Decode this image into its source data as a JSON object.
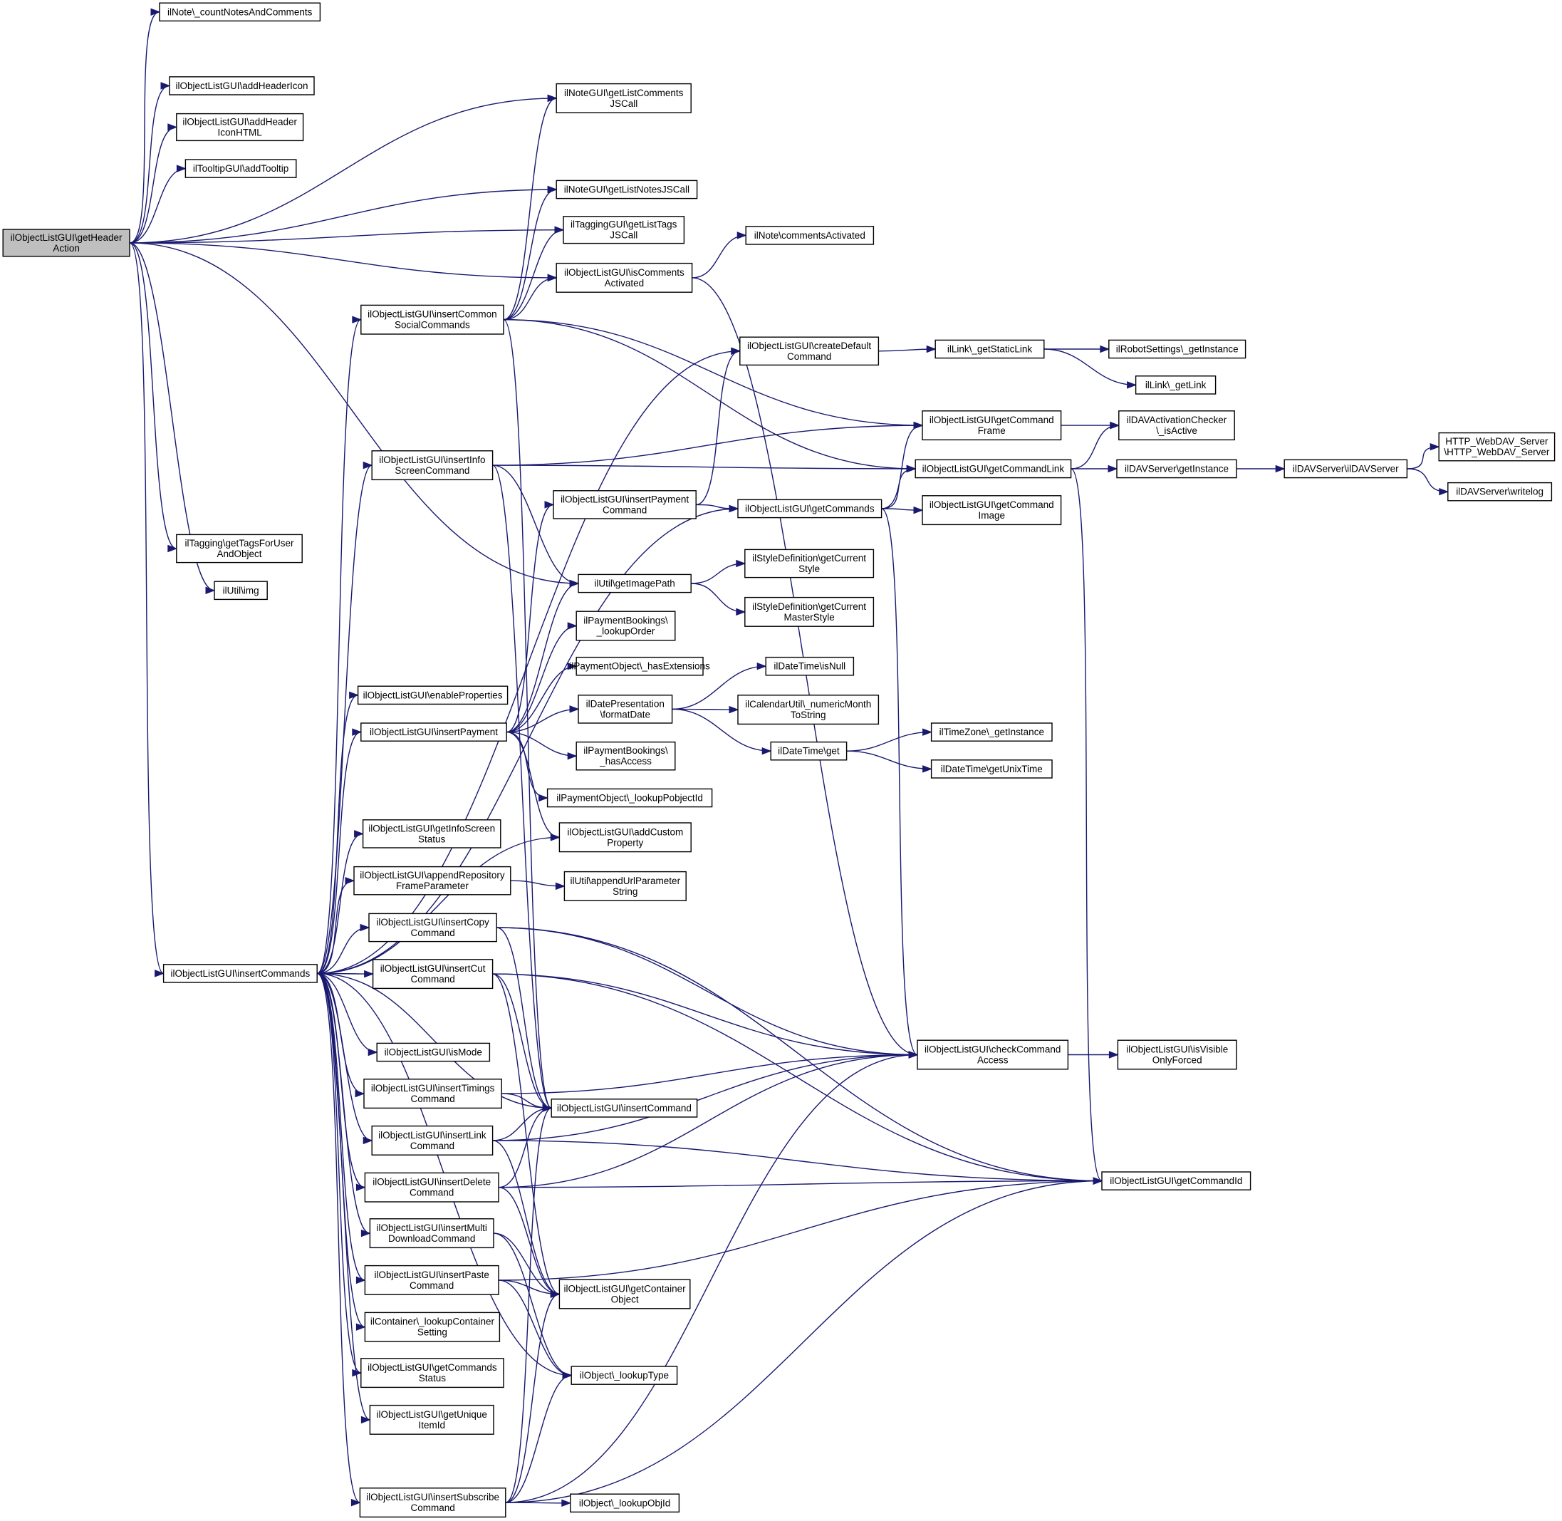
{
  "graph": {
    "nodes": [
      {
        "id": "getHeaderAction",
        "lines": [
          "ilObjectListGUI\\getHeader",
          "Action"
        ],
        "root": true
      },
      {
        "id": "countNotes",
        "lines": [
          "ilNote\\_countNotesAndComments"
        ]
      },
      {
        "id": "addHeaderIcon",
        "lines": [
          "ilObjectListGUI\\addHeaderIcon"
        ]
      },
      {
        "id": "addHeaderIconHTML",
        "lines": [
          "ilObjectListGUI\\addHeader",
          "IconHTML"
        ]
      },
      {
        "id": "addTooltip",
        "lines": [
          "ilTooltipGUI\\addTooltip"
        ]
      },
      {
        "id": "getTagsForUser",
        "lines": [
          "ilTagging\\getTagsForUser",
          "AndObject"
        ]
      },
      {
        "id": "img",
        "lines": [
          "ilUtil\\img"
        ]
      },
      {
        "id": "insertCommands",
        "lines": [
          "ilObjectListGUI\\insertCommands"
        ]
      },
      {
        "id": "getListCommentsJS",
        "lines": [
          "ilNoteGUI\\getListComments",
          "JSCall"
        ]
      },
      {
        "id": "getListNotesJS",
        "lines": [
          "ilNoteGUI\\getListNotesJSCall"
        ]
      },
      {
        "id": "getListTagsJS",
        "lines": [
          "ilTaggingGUI\\getListTags",
          "JSCall"
        ]
      },
      {
        "id": "isCommentsActivated",
        "lines": [
          "ilObjectListGUI\\isComments",
          "Activated"
        ]
      },
      {
        "id": "commentsActivated",
        "lines": [
          "ilNote\\commentsActivated"
        ]
      },
      {
        "id": "insertCommonSocial",
        "lines": [
          "ilObjectListGUI\\insertCommon",
          "SocialCommands"
        ]
      },
      {
        "id": "createDefaultCommand",
        "lines": [
          "ilObjectListGUI\\createDefault",
          "Command"
        ]
      },
      {
        "id": "getStaticLink",
        "lines": [
          "ilLink\\_getStaticLink"
        ]
      },
      {
        "id": "robotGetInstance",
        "lines": [
          "ilRobotSettings\\_getInstance"
        ]
      },
      {
        "id": "getLink",
        "lines": [
          "ilLink\\_getLink"
        ]
      },
      {
        "id": "getCommandFrame",
        "lines": [
          "ilObjectListGUI\\getCommand",
          "Frame"
        ]
      },
      {
        "id": "davIsActive",
        "lines": [
          "ilDAVActivationChecker",
          "\\_isActive"
        ]
      },
      {
        "id": "insertInfoScreen",
        "lines": [
          "ilObjectListGUI\\insertInfo",
          "ScreenCommand"
        ]
      },
      {
        "id": "getCommandLink",
        "lines": [
          "ilObjectListGUI\\getCommandLink"
        ]
      },
      {
        "id": "davGetInstance",
        "lines": [
          "ilDAVServer\\getInstance"
        ]
      },
      {
        "id": "davServerCtor",
        "lines": [
          "ilDAVServer\\ilDAVServer"
        ]
      },
      {
        "id": "httpWebDav",
        "lines": [
          "HTTP_WebDAV_Server",
          "\\HTTP_WebDAV_Server"
        ]
      },
      {
        "id": "writelog",
        "lines": [
          "ilDAVServer\\writelog"
        ]
      },
      {
        "id": "insertPaymentCommand",
        "lines": [
          "ilObjectListGUI\\insertPayment",
          "Command"
        ]
      },
      {
        "id": "getCommands",
        "lines": [
          "ilObjectListGUI\\getCommands"
        ]
      },
      {
        "id": "getCommandImage",
        "lines": [
          "ilObjectListGUI\\getCommand",
          "Image"
        ]
      },
      {
        "id": "getImagePath",
        "lines": [
          "ilUtil\\getImagePath"
        ]
      },
      {
        "id": "getCurrentStyle",
        "lines": [
          "ilStyleDefinition\\getCurrent",
          "Style"
        ]
      },
      {
        "id": "getCurrentMasterStyle",
        "lines": [
          "ilStyleDefinition\\getCurrent",
          "MasterStyle"
        ]
      },
      {
        "id": "lookupOrder",
        "lines": [
          "ilPaymentBookings\\",
          "_lookupOrder"
        ]
      },
      {
        "id": "hasExtensions",
        "lines": [
          "ilPaymentObject\\_hasExtensions"
        ]
      },
      {
        "id": "enableProperties",
        "lines": [
          "ilObjectListGUI\\enableProperties"
        ]
      },
      {
        "id": "insertPayment",
        "lines": [
          "ilObjectListGUI\\insertPayment"
        ]
      },
      {
        "id": "formatDate",
        "lines": [
          "ilDatePresentation",
          "\\formatDate"
        ]
      },
      {
        "id": "isNull",
        "lines": [
          "ilDateTime\\isNull"
        ]
      },
      {
        "id": "numericMonth",
        "lines": [
          "ilCalendarUtil\\_numericMonth",
          "ToString"
        ]
      },
      {
        "id": "dateTimeGet",
        "lines": [
          "ilDateTime\\get"
        ]
      },
      {
        "id": "tzGetInstance",
        "lines": [
          "ilTimeZone\\_getInstance"
        ]
      },
      {
        "id": "getUnixTime",
        "lines": [
          "ilDateTime\\getUnixTime"
        ]
      },
      {
        "id": "hasAccess",
        "lines": [
          "ilPaymentBookings\\",
          "_hasAccess"
        ]
      },
      {
        "id": "lookupPobjectId",
        "lines": [
          "ilPaymentObject\\_lookupPobjectId"
        ]
      },
      {
        "id": "addCustomProperty",
        "lines": [
          "ilObjectListGUI\\addCustom",
          "Property"
        ]
      },
      {
        "id": "getInfoScreenStatus",
        "lines": [
          "ilObjectListGUI\\getInfoScreen",
          "Status"
        ]
      },
      {
        "id": "appendRepoFrame",
        "lines": [
          "ilObjectListGUI\\appendRepository",
          "FrameParameter"
        ]
      },
      {
        "id": "appendUrlParam",
        "lines": [
          "ilUtil\\appendUrlParameter",
          "String"
        ]
      },
      {
        "id": "insertCopy",
        "lines": [
          "ilObjectListGUI\\insertCopy",
          "Command"
        ]
      },
      {
        "id": "insertCut",
        "lines": [
          "ilObjectListGUI\\insertCut",
          "Command"
        ]
      },
      {
        "id": "checkCommandAccess",
        "lines": [
          "ilObjectListGUI\\checkCommand",
          "Access"
        ]
      },
      {
        "id": "isVisibleOnlyForced",
        "lines": [
          "ilObjectListGUI\\isVisible",
          "OnlyForced"
        ]
      },
      {
        "id": "isMode",
        "lines": [
          "ilObjectListGUI\\isMode"
        ]
      },
      {
        "id": "insertTimings",
        "lines": [
          "ilObjectListGUI\\insertTimings",
          "Command"
        ]
      },
      {
        "id": "insertCommand",
        "lines": [
          "ilObjectListGUI\\insertCommand"
        ]
      },
      {
        "id": "insertLink",
        "lines": [
          "ilObjectListGUI\\insertLink",
          "Command"
        ]
      },
      {
        "id": "insertDelete",
        "lines": [
          "ilObjectListGUI\\insertDelete",
          "Command"
        ]
      },
      {
        "id": "getCommandId",
        "lines": [
          "ilObjectListGUI\\getCommandId"
        ]
      },
      {
        "id": "insertMultiDownload",
        "lines": [
          "ilObjectListGUI\\insertMulti",
          "DownloadCommand"
        ]
      },
      {
        "id": "insertPaste",
        "lines": [
          "ilObjectListGUI\\insertPaste",
          "Command"
        ]
      },
      {
        "id": "getContainerObject",
        "lines": [
          "ilObjectListGUI\\getContainer",
          "Object"
        ]
      },
      {
        "id": "lookupContainerSetting",
        "lines": [
          "ilContainer\\_lookupContainer",
          "Setting"
        ]
      },
      {
        "id": "getCommandsStatus",
        "lines": [
          "ilObjectListGUI\\getCommands",
          "Status"
        ]
      },
      {
        "id": "lookupType",
        "lines": [
          "ilObject\\_lookupType"
        ]
      },
      {
        "id": "getUniqueItemId",
        "lines": [
          "ilObjectListGUI\\getUnique",
          "ItemId"
        ]
      },
      {
        "id": "insertSubscribe",
        "lines": [
          "ilObjectListGUI\\insertSubscribe",
          "Command"
        ]
      },
      {
        "id": "lookupObjId",
        "lines": [
          "ilObject\\_lookupObjId"
        ]
      }
    ],
    "edges": [
      [
        "getHeaderAction",
        "countNotes"
      ],
      [
        "getHeaderAction",
        "getListCommentsJS"
      ],
      [
        "getHeaderAction",
        "addHeaderIcon"
      ],
      [
        "getHeaderAction",
        "addHeaderIconHTML"
      ],
      [
        "getHeaderAction",
        "addTooltip"
      ],
      [
        "getHeaderAction",
        "getListNotesJS"
      ],
      [
        "getHeaderAction",
        "getListTagsJS"
      ],
      [
        "getHeaderAction",
        "isCommentsActivated"
      ],
      [
        "getHeaderAction",
        "getImagePath"
      ],
      [
        "getHeaderAction",
        "getTagsForUser"
      ],
      [
        "getHeaderAction",
        "img"
      ],
      [
        "getHeaderAction",
        "insertCommands"
      ],
      [
        "isCommentsActivated",
        "commentsActivated"
      ],
      [
        "isCommentsActivated",
        "checkCommandAccess"
      ],
      [
        "insertCommonSocial",
        "getListCommentsJS"
      ],
      [
        "insertCommonSocial",
        "getListNotesJS"
      ],
      [
        "insertCommonSocial",
        "getListTagsJS"
      ],
      [
        "insertCommonSocial",
        "isCommentsActivated"
      ],
      [
        "insertCommonSocial",
        "getCommandFrame"
      ],
      [
        "insertCommonSocial",
        "getCommandLink"
      ],
      [
        "insertCommonSocial",
        "insertCommand"
      ],
      [
        "createDefaultCommand",
        "getStaticLink"
      ],
      [
        "getStaticLink",
        "robotGetInstance"
      ],
      [
        "getStaticLink",
        "getLink"
      ],
      [
        "getCommandFrame",
        "davIsActive"
      ],
      [
        "getCommandLink",
        "davIsActive"
      ],
      [
        "getCommandLink",
        "davGetInstance"
      ],
      [
        "getCommandLink",
        "getCommandId"
      ],
      [
        "davGetInstance",
        "davServerCtor"
      ],
      [
        "davServerCtor",
        "httpWebDav"
      ],
      [
        "davServerCtor",
        "writelog"
      ],
      [
        "insertInfoScreen",
        "getCommandFrame"
      ],
      [
        "insertInfoScreen",
        "getCommandLink"
      ],
      [
        "insertInfoScreen",
        "getImagePath"
      ],
      [
        "insertInfoScreen",
        "insertCommand"
      ],
      [
        "insertPaymentCommand",
        "createDefaultCommand"
      ],
      [
        "insertPaymentCommand",
        "getCommands"
      ],
      [
        "getCommands",
        "getCommandFrame"
      ],
      [
        "getCommands",
        "getCommandLink"
      ],
      [
        "getCommands",
        "getCommandImage"
      ],
      [
        "getCommands",
        "checkCommandAccess"
      ],
      [
        "getImagePath",
        "getCurrentStyle"
      ],
      [
        "getImagePath",
        "getCurrentMasterStyle"
      ],
      [
        "insertPayment",
        "insertPaymentCommand"
      ],
      [
        "insertPayment",
        "getImagePath"
      ],
      [
        "insertPayment",
        "lookupOrder"
      ],
      [
        "insertPayment",
        "hasExtensions"
      ],
      [
        "insertPayment",
        "formatDate"
      ],
      [
        "insertPayment",
        "hasAccess"
      ],
      [
        "insertPayment",
        "lookupPobjectId"
      ],
      [
        "insertPayment",
        "addCustomProperty"
      ],
      [
        "formatDate",
        "isNull"
      ],
      [
        "formatDate",
        "numericMonth"
      ],
      [
        "formatDate",
        "dateTimeGet"
      ],
      [
        "dateTimeGet",
        "tzGetInstance"
      ],
      [
        "dateTimeGet",
        "getUnixTime"
      ],
      [
        "appendRepoFrame",
        "appendUrlParam"
      ],
      [
        "insertCommands",
        "insertCommonSocial"
      ],
      [
        "insertCommands",
        "createDefaultCommand"
      ],
      [
        "insertCommands",
        "insertInfoScreen"
      ],
      [
        "insertCommands",
        "getCommands"
      ],
      [
        "insertCommands",
        "enableProperties"
      ],
      [
        "insertCommands",
        "insertPayment"
      ],
      [
        "insertCommands",
        "addCustomProperty"
      ],
      [
        "insertCommands",
        "getInfoScreenStatus"
      ],
      [
        "insertCommands",
        "appendRepoFrame"
      ],
      [
        "insertCommands",
        "insertCopy"
      ],
      [
        "insertCommands",
        "insertCut"
      ],
      [
        "insertCommands",
        "isMode"
      ],
      [
        "insertCommands",
        "insertTimings"
      ],
      [
        "insertCommands",
        "insertCommand"
      ],
      [
        "insertCommands",
        "insertLink"
      ],
      [
        "insertCommands",
        "insertDelete"
      ],
      [
        "insertCommands",
        "insertMultiDownload"
      ],
      [
        "insertCommands",
        "insertPaste"
      ],
      [
        "insertCommands",
        "lookupContainerSetting"
      ],
      [
        "insertCommands",
        "getCommandsStatus"
      ],
      [
        "insertCommands",
        "getUniqueItemId"
      ],
      [
        "insertCommands",
        "insertSubscribe"
      ],
      [
        "insertCommands",
        "lookupType"
      ],
      [
        "insertCopy",
        "checkCommandAccess"
      ],
      [
        "insertCopy",
        "getCommandId"
      ],
      [
        "insertCopy",
        "insertCommand"
      ],
      [
        "insertCut",
        "checkCommandAccess"
      ],
      [
        "insertCut",
        "getCommandId"
      ],
      [
        "insertCut",
        "insertCommand"
      ],
      [
        "insertCut",
        "getContainerObject"
      ],
      [
        "checkCommandAccess",
        "isVisibleOnlyForced"
      ],
      [
        "insertTimings",
        "checkCommandAccess"
      ],
      [
        "insertTimings",
        "insertCommand"
      ],
      [
        "insertLink",
        "checkCommandAccess"
      ],
      [
        "insertLink",
        "insertCommand"
      ],
      [
        "insertLink",
        "getCommandId"
      ],
      [
        "insertLink",
        "getContainerObject"
      ],
      [
        "insertDelete",
        "insertCommand"
      ],
      [
        "insertDelete",
        "checkCommandAccess"
      ],
      [
        "insertDelete",
        "getCommandId"
      ],
      [
        "insertDelete",
        "getContainerObject"
      ],
      [
        "insertMultiDownload",
        "getContainerObject"
      ],
      [
        "insertMultiDownload",
        "lookupType"
      ],
      [
        "insertPaste",
        "getContainerObject"
      ],
      [
        "insertPaste",
        "getCommandId"
      ],
      [
        "insertPaste",
        "lookupType"
      ],
      [
        "insertSubscribe",
        "insertCommand"
      ],
      [
        "insertSubscribe",
        "getContainerObject"
      ],
      [
        "insertSubscribe",
        "lookupType"
      ],
      [
        "insertSubscribe",
        "checkCommandAccess"
      ],
      [
        "insertSubscribe",
        "getCommandId"
      ],
      [
        "insertSubscribe",
        "lookupObjId"
      ]
    ]
  }
}
